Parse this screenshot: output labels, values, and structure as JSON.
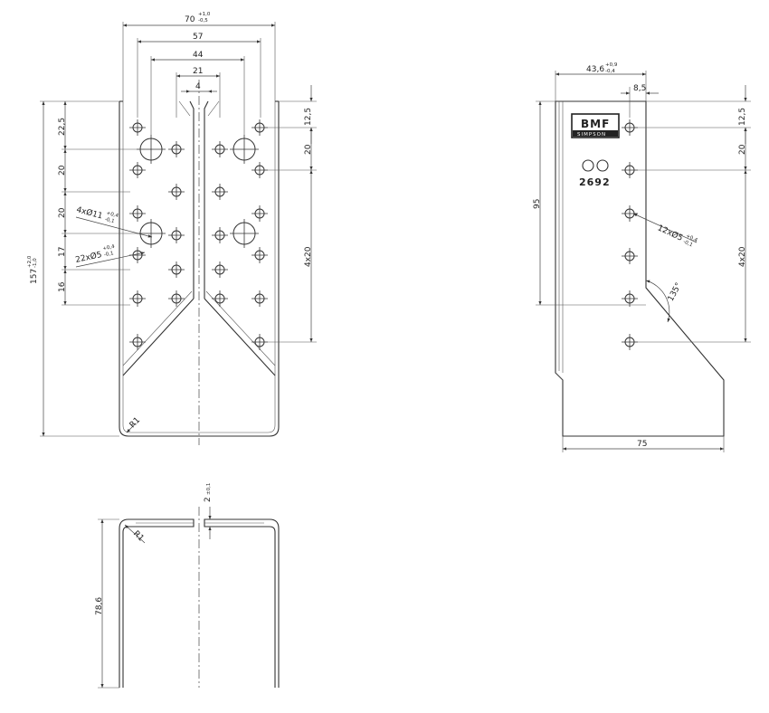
{
  "front_view": {
    "width_dim": "70",
    "width_tol_upper": "+1,0",
    "width_tol_lower": "-0,5",
    "dim_57": "57",
    "dim_44": "44",
    "dim_21": "21",
    "dim_4": "4",
    "height_dim": "157",
    "height_tol_upper": "+2,0",
    "height_tol_lower": "-1,0",
    "dim_22_5": "22,5",
    "dim_20_a": "20",
    "dim_20_b": "20",
    "dim_17": "17",
    "dim_16": "16",
    "dim_12_5": "12,5",
    "dim_20_r": "20",
    "dim_4x20": "4x20",
    "large_holes": "4xØ11",
    "large_holes_tol_upper": "+0,4",
    "large_holes_tol_lower": "-0,1",
    "small_holes": "22xØ5",
    "small_holes_tol_upper": "+0,4",
    "small_holes_tol_lower": "-0,1",
    "radius": "R1"
  },
  "side_view": {
    "dim_43_6": "43,6",
    "dim_43_6_tol_upper": "+0,9",
    "dim_43_6_tol_lower": "-0,4",
    "dim_8_5": "8,5",
    "dim_12_5": "12,5",
    "dim_20": "20",
    "dim_95": "95",
    "dim_4x20": "4x20",
    "holes": "12xØ5",
    "holes_tol_upper": "+0,4",
    "holes_tol_lower": "-0,1",
    "angle": "135°",
    "dim_75": "75",
    "logo": "BMF",
    "logo_sub": "SIMPSON",
    "stamp": "2692"
  },
  "top_view": {
    "thickness": "2",
    "thickness_tol": "±0,1",
    "radius": "R1",
    "depth": "78,6"
  }
}
